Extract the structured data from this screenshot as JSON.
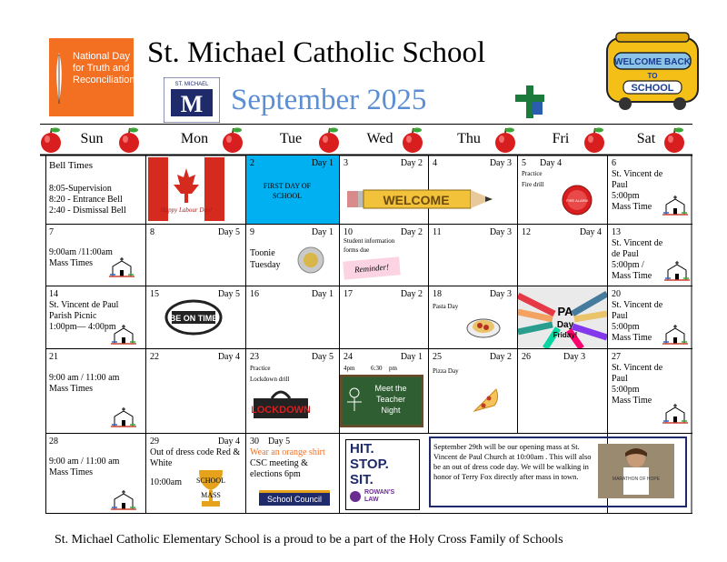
{
  "header": {
    "ndtr_text": "National Day for Truth and Reconciliation",
    "title": "St. Michael Catholic School",
    "month": "September 2025",
    "logo_text": "ST. MICHAEL",
    "logo_letter": "M",
    "bus_top": "WELCOME BACK",
    "bus_bottom": "SCHOOL",
    "bus_to": "TO"
  },
  "days": [
    "Sun",
    "Mon",
    "Tue",
    "Wed",
    "Thu",
    "Fri",
    "Sat"
  ],
  "cells": {
    "r1sun": [
      "Bell Times",
      "8:05-Supervision",
      "8:20 - Entrance Bell",
      "2:40 - Dismissal Bell"
    ],
    "flag_text": "Happy Labour Day!",
    "r1tue": {
      "num": "2",
      "day": "Day 1",
      "text": "FIRST DAY OF SCHOOL"
    },
    "r1wed": {
      "num": "3",
      "day": "Day 2",
      "sign": "WELCOME"
    },
    "r1thu": {
      "num": "4",
      "day": "Day 3"
    },
    "r1fri": {
      "num": "5",
      "day": "Day 4",
      "l1": "Practice",
      "l2": "Fire drill",
      "bell": "FIRE ALARM"
    },
    "r1sat": {
      "num": "6",
      "lines": [
        "St. Vincent de",
        "Paul",
        "5:00pm",
        "Mass Time"
      ]
    },
    "r2sun": {
      "num": "7",
      "lines": [
        "9:00am /11:00am",
        "Mass Times"
      ]
    },
    "r2mon": {
      "num": "8",
      "day": "Day 5"
    },
    "r2tue": {
      "num": "9",
      "day": "Day 1",
      "lines": [
        "Toonie",
        "Tuesday"
      ]
    },
    "r2wed": {
      "num": "10",
      "day": "Day 2",
      "l1": "Student information",
      "l2": "forms due",
      "note": "Reminder!"
    },
    "r2thu": {
      "num": "11",
      "day": "Day 3"
    },
    "r2fri": {
      "num": "12",
      "day": "Day 4"
    },
    "r2sat": {
      "num": "13",
      "lines": [
        "St. Vincent  de",
        "de Paul",
        "5:00pm /",
        "Mass Time"
      ]
    },
    "r3sun": {
      "num": "14",
      "lines": [
        "St. Vincent de Paul",
        "Parish Picnic",
        "1:00pm— 4:00pm"
      ]
    },
    "r3mon": {
      "num": "15",
      "day": "Day 5",
      "clock": "BE ON TIME"
    },
    "r3tue": {
      "num": "16",
      "day": "Day 1"
    },
    "r3wed": {
      "num": "17",
      "day": "Day 2"
    },
    "r3thu": {
      "num": "18",
      "day": "Day 3",
      "l1": "Pasta Day"
    },
    "r3fri": {
      "pa1": "PA",
      "pa2": "Day",
      "pa3": "Friday!"
    },
    "r3sat": {
      "num": "20",
      "lines": [
        "St. Vincent de",
        "Paul",
        "5:00pm",
        "Mass Time"
      ]
    },
    "r4sun": {
      "num": "21",
      "lines": [
        "9:00 am / 11:00 am",
        "Mass Times"
      ]
    },
    "r4mon": {
      "num": "22",
      "day": "Day 4"
    },
    "r4tue": {
      "num": "23",
      "day": "Day 5",
      "l1": "Practice",
      "l2": "Lockdown drill",
      "lock": "LOCKDOWN"
    },
    "r4wed": {
      "num": "24",
      "day": "Day 1",
      "l1": "4pm",
      "l2": "6:30",
      "l3": "pm",
      "board1": "Meet the",
      "board2": "Teacher",
      "board3": "Night"
    },
    "r4thu": {
      "num": "25",
      "day": "Day 2",
      "l1": "Pizza Day"
    },
    "r4fri": {
      "num": "26",
      "day": "Day 3"
    },
    "r4sat": {
      "num": "27",
      "lines": [
        "St. Vincent de",
        "Paul",
        "5:00pm",
        "Mass Time"
      ]
    },
    "r5sun": {
      "num": "28",
      "lines": [
        "9:00 am / 11:00 am",
        "Mass Times"
      ]
    },
    "r5mon": {
      "num": "29",
      "day": "Day 4",
      "lines": [
        "Out of dress code Red &",
        "White"
      ],
      "time": "10:00am",
      "mass1": "SCHOOL",
      "mass2": "MASS"
    },
    "r5tue": {
      "num": "30",
      "day": "Day 5",
      "orange": "Wear an orange shirt",
      "lines": [
        "CSC meeting &",
        "elections 6pm"
      ],
      "council": "School Council"
    },
    "hss": {
      "l1": "HIT.",
      "l2": "STOP.",
      "l3": "SIT.",
      "l4": "ROWAN'S",
      "l5": "LAW"
    },
    "note": "September 29th will be our opening mass at St. Vincent de Paul Church at 10:00am . This will also be an out of dress code day. We will be walking in honor of Terry Fox  directly after mass in town.",
    "fox": "MARATHON OF HOPE"
  },
  "footer": "St. Michael Catholic Elementary School is a proud to be a part of the Holy Cross Family of Schools",
  "colors": {
    "orange": "#f36f21",
    "blue_month": "#5b8ed2",
    "tue_fill": "#00b0f0",
    "navy": "#1f2a6b",
    "apple": "#d81e1e"
  }
}
